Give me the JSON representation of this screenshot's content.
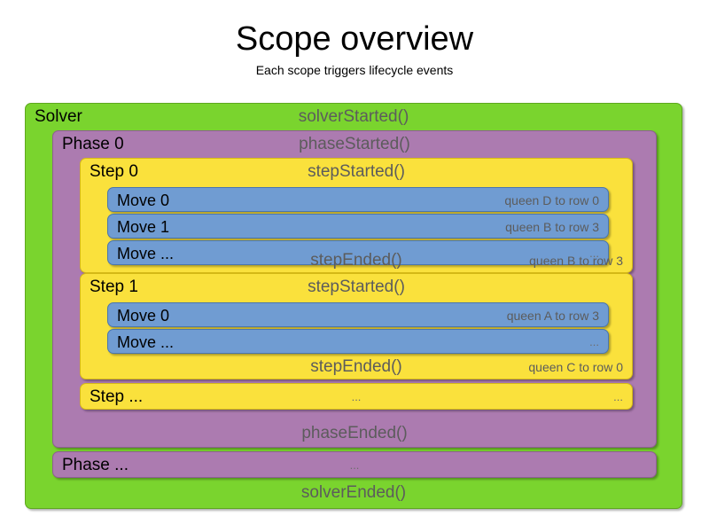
{
  "header": {
    "title": "Scope overview",
    "subtitle": "Each scope triggers lifecycle events"
  },
  "colors": {
    "solver": "#7AD42E",
    "phase": "#AC7BB0",
    "step": "#FAE13C",
    "move": "#709CD2",
    "event_text": "#5c5c5c",
    "label_text": "#000000",
    "background": "#ffffff"
  },
  "solver": {
    "label": "Solver",
    "started_event": "solverStarted()",
    "ended_event": "solverEnded()",
    "phases": [
      {
        "label": "Phase 0",
        "started_event": "phaseStarted()",
        "ended_event": "phaseEnded()",
        "steps": [
          {
            "label": "Step 0",
            "started_event": "stepStarted()",
            "ended_event": "stepEnded()",
            "ended_detail": "queen B to row 3",
            "moves": [
              {
                "label": "Move 0",
                "detail": "queen D to row 0"
              },
              {
                "label": "Move 1",
                "detail": "queen B to row 3"
              },
              {
                "label": "Move ...",
                "detail": "..."
              }
            ]
          },
          {
            "label": "Step 1",
            "started_event": "stepStarted()",
            "ended_event": "stepEnded()",
            "ended_detail": "queen C to row 0",
            "moves": [
              {
                "label": "Move 0",
                "detail": "queen A to row 3"
              },
              {
                "label": "Move ...",
                "detail": "..."
              }
            ]
          }
        ],
        "step_ellipsis": {
          "label": "Step ...",
          "center": "...",
          "detail": "..."
        }
      }
    ],
    "phase_ellipsis": {
      "label": "Phase ...",
      "center": "..."
    }
  }
}
